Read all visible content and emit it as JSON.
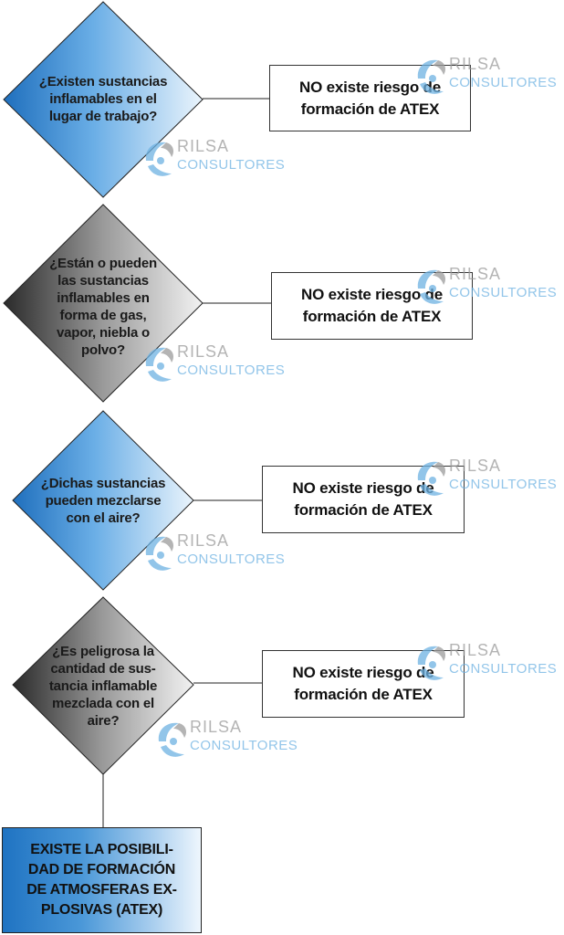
{
  "questions": [
    {
      "lines": [
        "¿Existen sustancias",
        "inflamables en el",
        "lugar de trabajo?"
      ],
      "shade": "blue"
    },
    {
      "lines": [
        "¿Están o pueden",
        "las sustancias",
        "inflamables en",
        "forma de gas,",
        "vapor, niebla o",
        "polvo?"
      ],
      "shade": "gray"
    },
    {
      "lines": [
        "¿Dichas sustancias",
        "pueden mezclarse",
        "con el aire?"
      ],
      "shade": "blue"
    },
    {
      "lines": [
        "¿Es peligrosa la",
        "cantidad de sus-",
        "tancia inflamable",
        "mezclada con el",
        "aire?"
      ],
      "shade": "gray"
    }
  ],
  "no_boxes": [
    {
      "line1": "NO existe riesgo de",
      "line2": "formación de ATEX"
    },
    {
      "line1": "NO existe riesgo de",
      "line2": "formación de ATEX"
    },
    {
      "line1": "NO existe riesgo de",
      "line2": "formación de ATEX"
    },
    {
      "line1": "NO existe riesgo de",
      "line2": "formación de ATEX"
    }
  ],
  "final_box": {
    "lines": [
      "EXISTE LA POSIBILI-",
      "DAD DE FORMACIÓN",
      "DE ATMOSFERAS EX-",
      "PLOSIVAS (ATEX)"
    ]
  },
  "watermark": {
    "line1": "RILSA",
    "line2": "CONSULTORES"
  },
  "colors": {
    "blue_dark": "#1f6fbd",
    "blue_light": "#eaf4fc",
    "gray_dark": "#2a2a2a",
    "gray_light": "#f2f2f2",
    "watermark_blue": "#6eb2e2",
    "watermark_gray": "#9b9b9b"
  }
}
